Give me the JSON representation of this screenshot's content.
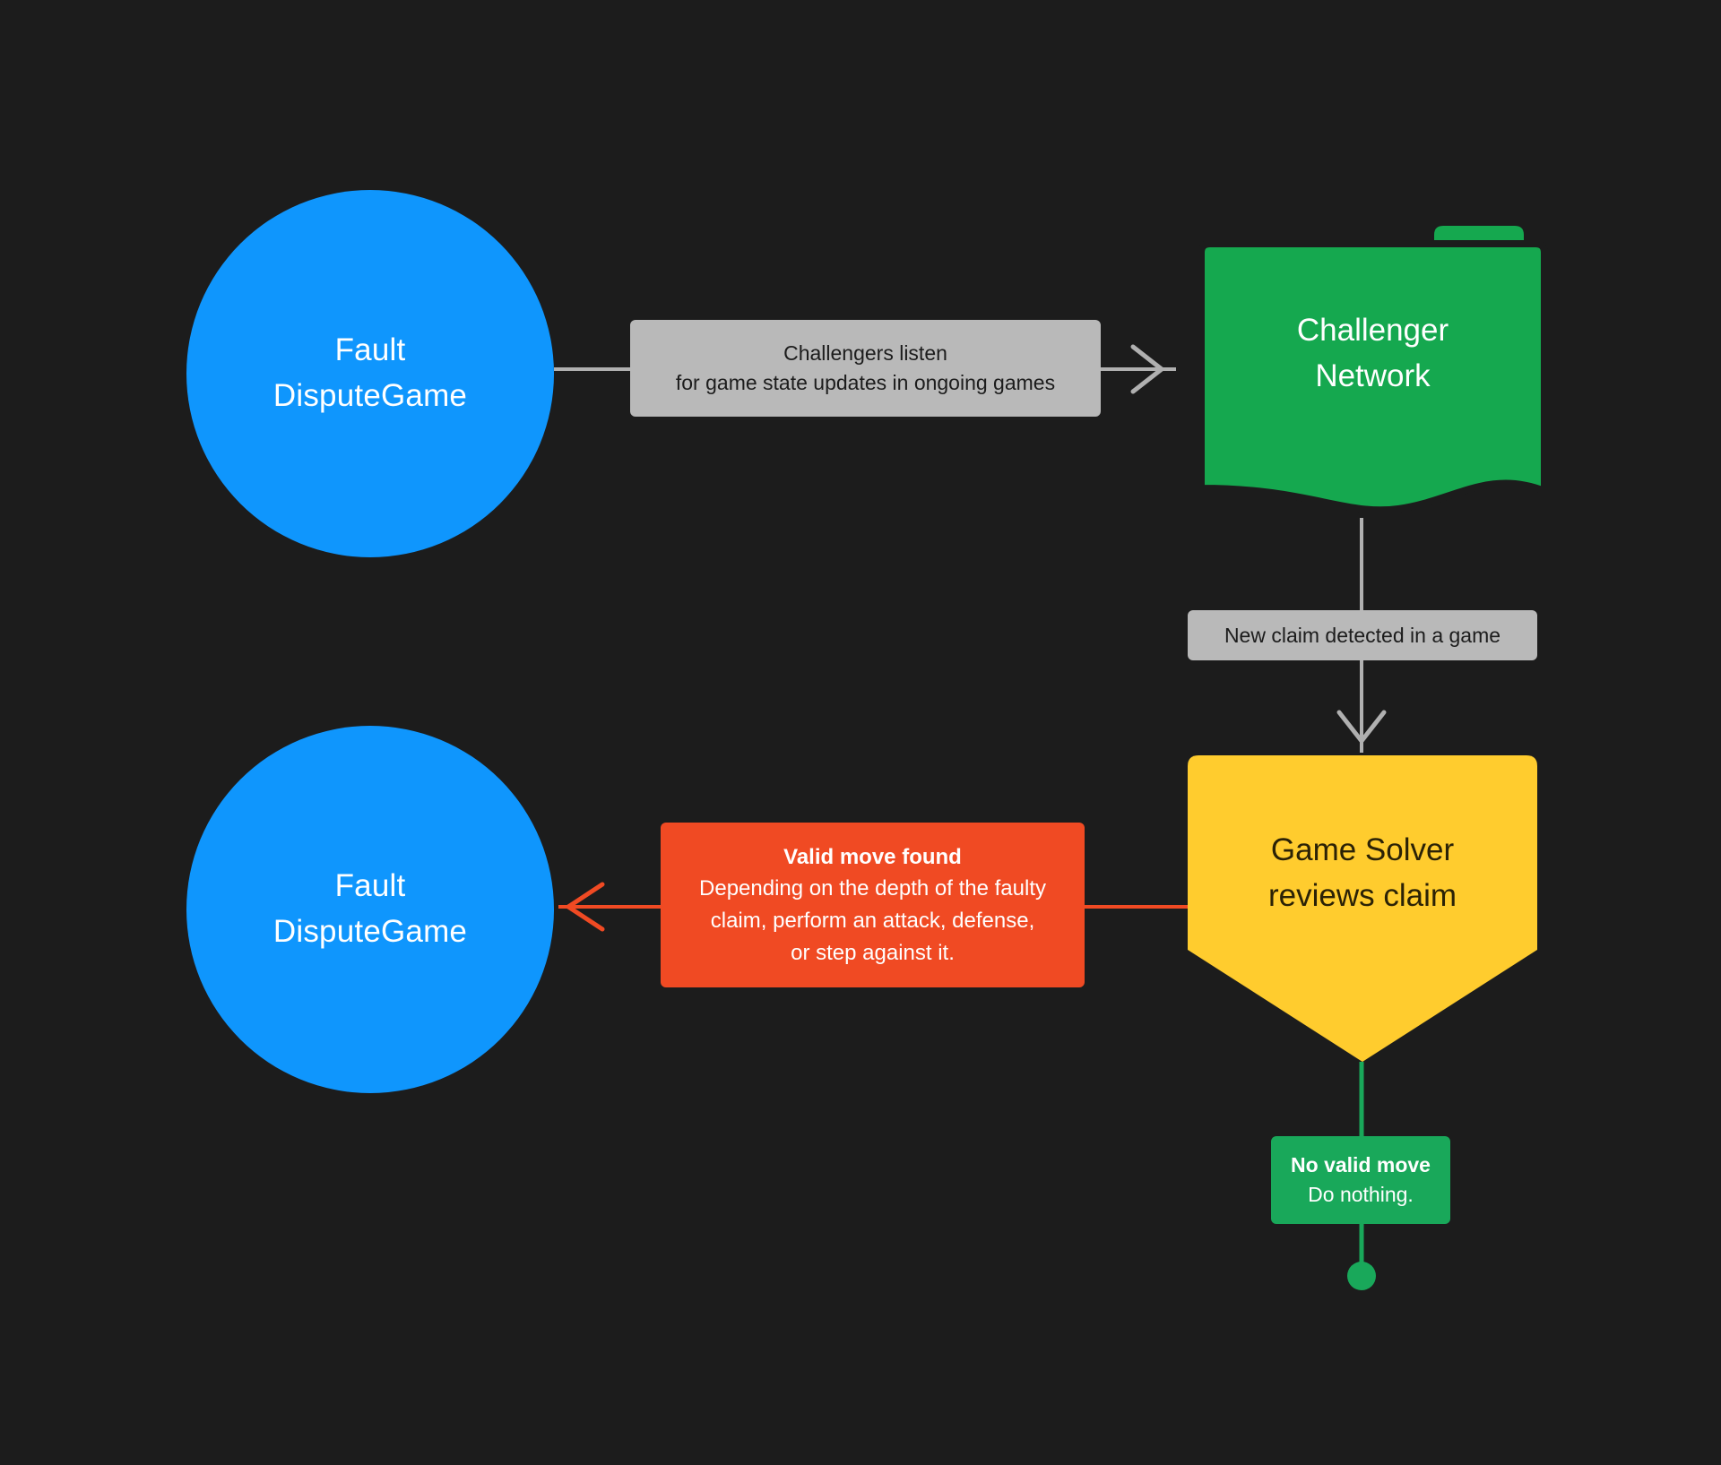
{
  "diagram": {
    "background_color": "#1c1c1c",
    "nodes": {
      "fault_dispute_game_top": {
        "line1": "Fault",
        "line2": "DisputeGame",
        "shape": "circle",
        "color": "#0f96fd",
        "text_color": "#ffffff"
      },
      "challenger_network": {
        "line1": "Challenger",
        "line2": "Network",
        "shape": "multi-document",
        "color": "#15a84f",
        "text_color": "#ffffff"
      },
      "game_solver": {
        "line1": "Game Solver",
        "line2": "reviews claim",
        "shape": "shield-pentagon",
        "color": "#ffcc2e",
        "text_color": "#2b2206"
      },
      "fault_dispute_game_bottom": {
        "line1": "Fault",
        "line2": "DisputeGame",
        "shape": "circle",
        "color": "#0f96fd",
        "text_color": "#ffffff"
      },
      "terminator": {
        "shape": "dot",
        "color": "#19a85a"
      }
    },
    "edges": {
      "listen": {
        "label_line1": "Challengers listen",
        "label_line2": "for game state updates in ongoing games",
        "line_color": "#b0b0b0",
        "label_bg": "#b9b9b9",
        "label_color": "#1c1c1c",
        "arrow": "right"
      },
      "new_claim": {
        "label_line1": "New claim detected in a game",
        "line_color": "#b0b0b0",
        "label_bg": "#b9b9b9",
        "label_color": "#1c1c1c",
        "arrow": "down"
      },
      "valid_move": {
        "label_title": "Valid move found",
        "label_line1": "Depending on the depth of the faulty",
        "label_line2": "claim, perform an attack, defense,",
        "label_line3": "or step against it.",
        "line_color": "#f04a23",
        "label_bg": "#f04a23",
        "label_color": "#ffffff",
        "arrow": "left"
      },
      "no_valid_move": {
        "label_title": "No valid move",
        "label_line1": "Do nothing.",
        "line_color": "#19a85a",
        "label_bg": "#19a85a",
        "label_color": "#ffffff",
        "arrow": "none"
      }
    }
  }
}
